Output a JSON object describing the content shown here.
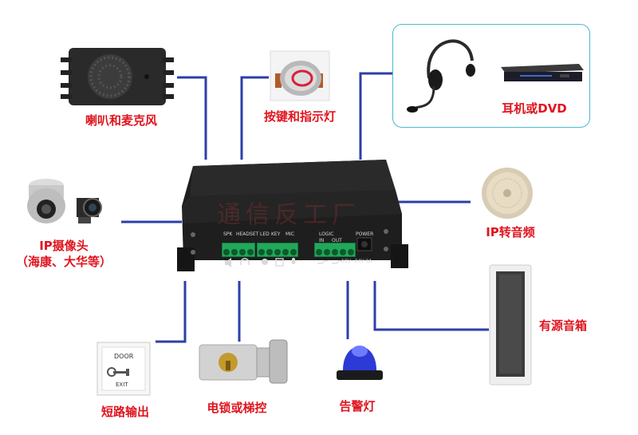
{
  "devices": {
    "speaker_mic": "喇叭和麦克风",
    "button_indicator": "按键和指示灯",
    "headset_dvd": "耳机或DVD",
    "ip_camera": "IP摄像头",
    "ip_camera_sub": "（海康、大华等）",
    "ip_audio": "IP转音频",
    "active_speaker": "有源音箱",
    "short_circuit": "短路输出",
    "lock": "电锁或梯控",
    "alarm_light": "告警灯"
  },
  "panel": {
    "spk": "SPK",
    "headset": "HEADSET",
    "led": "LED",
    "key": "KEY",
    "mic": "MIC",
    "logic": "LOGIC",
    "in": "IN",
    "out": "OUT",
    "power": "POWER",
    "power_spec": "12V~24V 2A"
  },
  "exit_sign": {
    "top": "DOOR",
    "bottom": "EXIT"
  },
  "watermark": "通信反工厂",
  "colors": {
    "wire": "#2d3fa8",
    "label": "#e0141e",
    "terminal": "#22a85a",
    "device_body": "#1e1e1e"
  }
}
